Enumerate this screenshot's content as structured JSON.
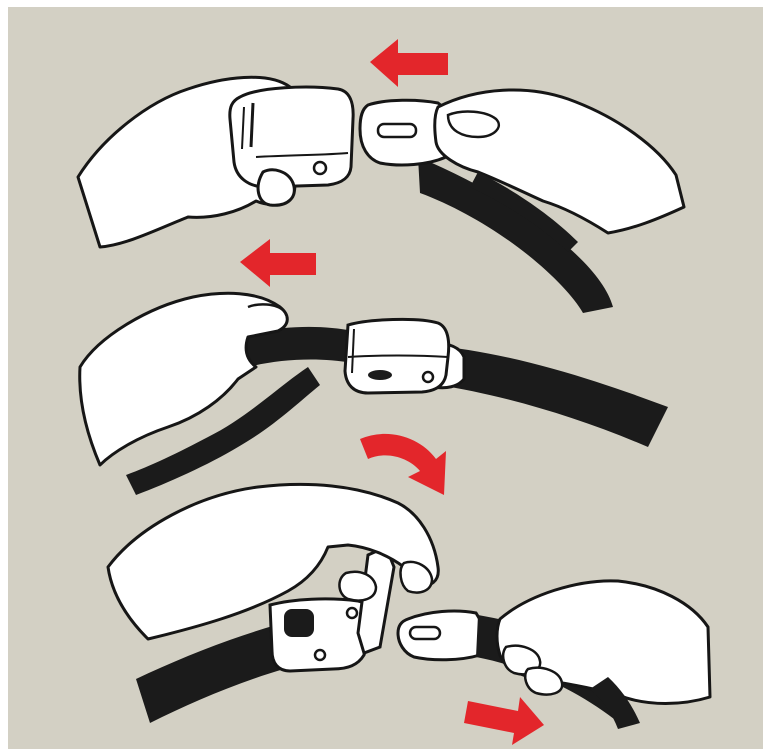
{
  "illustration": {
    "topic": "seatbelt-buckle-instructions",
    "steps": [
      {
        "step": 1,
        "action": "insert-tongue-into-buckle",
        "arrow": "left"
      },
      {
        "step": 2,
        "action": "pull-strap-to-tighten",
        "arrow": "left"
      },
      {
        "step": 3,
        "action": "lift-buckle-lever-to-release",
        "arrows": [
          "curved-right",
          "right"
        ]
      }
    ]
  },
  "colors": {
    "background": "#d3d0c4",
    "arrow": "#e3262b",
    "strap": "#1b1b1b",
    "hand": "#ffffff",
    "outline": "#161616",
    "frame": "#ffffff"
  }
}
